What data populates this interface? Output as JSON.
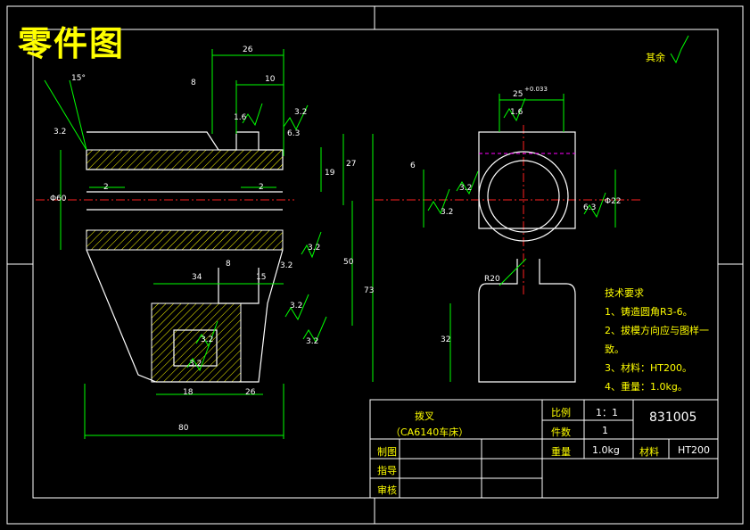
{
  "banner": {
    "title": "零件图"
  },
  "roughness_note": "其余",
  "front_view": {
    "dims": {
      "d26_top": "26",
      "d10": "10",
      "d8": "8",
      "d15_angle": "15°",
      "d2_left": "2",
      "d2_right": "2",
      "d19": "19",
      "d27": "27",
      "d50": "50",
      "d73": "73",
      "d34": "34",
      "d8_mid": "8",
      "d15": "15",
      "d18": "18",
      "d26_bottom": "26",
      "d80": "80",
      "d_bore": "Φ60"
    },
    "roughness": [
      "3.2",
      "3.2",
      "6.3",
      "3.2",
      "3.2",
      "3.2",
      "3.2",
      "3.2",
      "1.6",
      "3.2"
    ]
  },
  "side_view": {
    "dims": {
      "d25": "25",
      "tol": "+0.033",
      "d22": "Φ22",
      "d_hole": "6",
      "r20": "R20",
      "d32": "32"
    },
    "roughness": [
      "1.6",
      "3.2",
      "3.2",
      "6.3"
    ]
  },
  "tech_req": {
    "title": "技术要求",
    "items": [
      "1、铸造圆角R3-6。",
      "2、拔模方向应与图样一",
      "致。",
      "3、材料：HT200。",
      "4、重量：1.0kg。"
    ]
  },
  "title_block": {
    "part_name": "拨叉",
    "part_sub": "（CA6140车床）",
    "scale_label": "比例",
    "scale_value": "1：1",
    "qty_label": "件数",
    "qty_value": "1",
    "weight_label": "重量",
    "weight_value": "1.0kg",
    "material_label": "材料",
    "material_value": "HT200",
    "drawing_no": "831005",
    "drawn_by": "制图",
    "guide": "指导",
    "review": "审核"
  },
  "colors": {
    "outline": "#ffffff",
    "dimension": "#00ff00",
    "text": "#ffff00",
    "hatch": "#ffff00",
    "center": "#ff2020",
    "thread": "#ff00ff"
  }
}
